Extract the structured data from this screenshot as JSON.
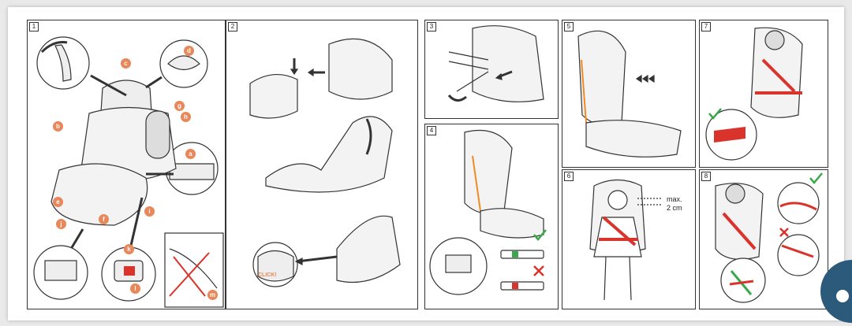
{
  "panels": [
    {
      "num": "1",
      "labels": [
        "a",
        "b",
        "c",
        "d",
        "e",
        "f",
        "g",
        "h",
        "i",
        "j",
        "k",
        "l",
        "m"
      ]
    },
    {
      "num": "2",
      "callout": "CLICK!"
    },
    {
      "num": "3"
    },
    {
      "num": "4"
    },
    {
      "num": "5"
    },
    {
      "num": "6",
      "measure": {
        "line1": "max.",
        "line2": "2 cm"
      }
    },
    {
      "num": "7"
    },
    {
      "num": "8"
    }
  ],
  "colors": {
    "accent": "#e8875a",
    "belt": "#d9332b",
    "ok": "#3aa84a",
    "no": "#d9332b",
    "guide": "#f08a24",
    "fab": "#2c5a7a"
  },
  "icons": [
    "check-icon",
    "cross-icon",
    "rotate-arrow-icon",
    "push-arrow-icon",
    "triple-arrow-icon"
  ]
}
